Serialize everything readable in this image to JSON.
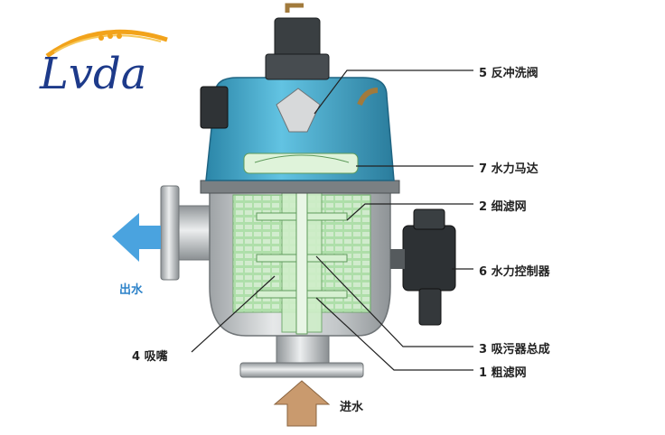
{
  "logo": {
    "text": "Lvda",
    "color": "#1d3a8a",
    "accent": "#f2a31b"
  },
  "callouts": [
    {
      "id": "backwash-valve",
      "text": "5 反冲洗阀"
    },
    {
      "id": "hydraulic-motor",
      "text": "7 水力马达"
    },
    {
      "id": "fine-screen",
      "text": "2 细滤网"
    },
    {
      "id": "hydraulic-controller",
      "text": "6 水力控制器"
    },
    {
      "id": "suction-nozzle",
      "text": "4 吸嘴"
    },
    {
      "id": "dirt-collector",
      "text": "3 吸污器总成"
    },
    {
      "id": "coarse-screen",
      "text": "1 粗滤网"
    }
  ],
  "flows": {
    "outlet": {
      "text": "出水",
      "color": "#2c82c9"
    },
    "inlet": {
      "text": "进水",
      "color": "#222222"
    }
  },
  "colors": {
    "head": "#4bb4d6",
    "head_dark": "#2b86a8",
    "body": "#bfc3c5",
    "screen": "#a9dca5",
    "outlet_arrow": "#4aa3df",
    "inlet_arrow": "#c99a6e"
  }
}
